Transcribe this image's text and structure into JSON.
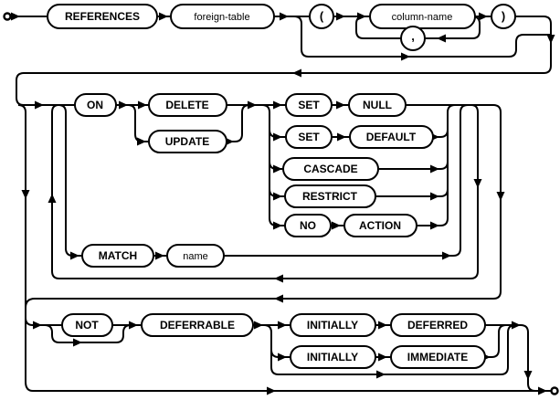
{
  "diagram": {
    "colors": {
      "line": "#000000",
      "node_fill": "#ffffff",
      "background": "#ffffff"
    },
    "nodes": {
      "references": {
        "label": "REFERENCES",
        "type": "keyword"
      },
      "foreign_table": {
        "label": "foreign-table",
        "type": "nonterminal"
      },
      "open_paren": {
        "label": "(",
        "type": "punctuation"
      },
      "column_name": {
        "label": "column-name",
        "type": "nonterminal"
      },
      "comma": {
        "label": ",",
        "type": "punctuation"
      },
      "close_paren": {
        "label": ")",
        "type": "punctuation"
      },
      "on": {
        "label": "ON",
        "type": "keyword"
      },
      "delete": {
        "label": "DELETE",
        "type": "keyword"
      },
      "update": {
        "label": "UPDATE",
        "type": "keyword"
      },
      "set1": {
        "label": "SET",
        "type": "keyword"
      },
      "null": {
        "label": "NULL",
        "type": "keyword"
      },
      "set2": {
        "label": "SET",
        "type": "keyword"
      },
      "default": {
        "label": "DEFAULT",
        "type": "keyword"
      },
      "cascade": {
        "label": "CASCADE",
        "type": "keyword"
      },
      "restrict": {
        "label": "RESTRICT",
        "type": "keyword"
      },
      "no": {
        "label": "NO",
        "type": "keyword"
      },
      "action": {
        "label": "ACTION",
        "type": "keyword"
      },
      "match": {
        "label": "MATCH",
        "type": "keyword"
      },
      "name": {
        "label": "name",
        "type": "nonterminal"
      },
      "not": {
        "label": "NOT",
        "type": "keyword"
      },
      "deferrable": {
        "label": "DEFERRABLE",
        "type": "keyword"
      },
      "initially1": {
        "label": "INITIALLY",
        "type": "keyword"
      },
      "deferred": {
        "label": "DEFERRED",
        "type": "keyword"
      },
      "initially2": {
        "label": "INITIALLY",
        "type": "keyword"
      },
      "immediate": {
        "label": "IMMEDIATE",
        "type": "keyword"
      }
    }
  }
}
